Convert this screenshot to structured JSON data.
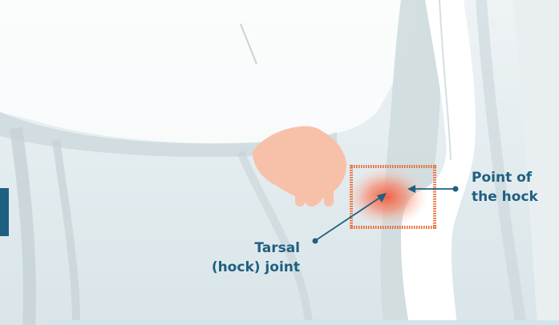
{
  "labels": {
    "point_of_hock": [
      "Point of",
      "the hock"
    ],
    "tarsal_joint": [
      "Tarsal",
      "(hock) joint"
    ]
  },
  "colors": {
    "background": "#dde7ea",
    "cow_body": "#ffffff",
    "udder": "#f7c1a9",
    "highlight_box": "#e8662e",
    "inflammation": "#f3684a",
    "label_text": "#1f5f80",
    "side_tab": "#1f5f80"
  },
  "icons": {
    "pointer_dot": "filled-circle"
  }
}
